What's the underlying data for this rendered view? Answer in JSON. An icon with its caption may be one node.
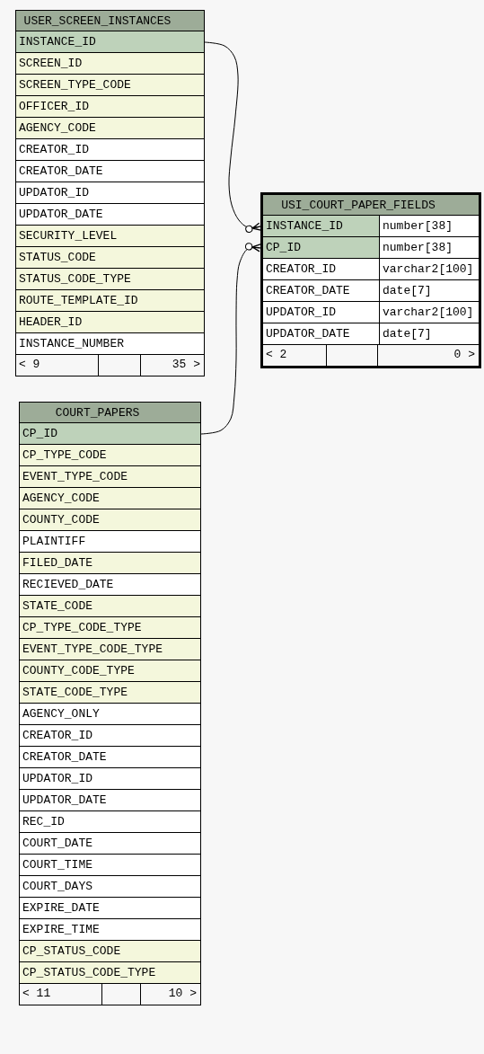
{
  "diagram": {
    "nodes": [
      {
        "text": [
          "USER_SCREEN_INSTANCES"
        ]
      },
      {
        "text": [
          "INSTANCE_ID"
        ],
        "in": 0
      },
      {
        "text": [
          "SCREEN_ID"
        ],
        "in": 0
      },
      {
        "text": [
          "SCREEN_TYPE_CODE"
        ],
        "in": 0
      },
      {
        "text": [
          "OFFICER_ID"
        ],
        "in": 0
      },
      {
        "text": [
          "AGENCY_CODE"
        ],
        "in": 0
      },
      {
        "text": [
          "CREATOR_ID"
        ],
        "in": 0
      },
      {
        "text": [
          "CREATOR_DATE"
        ],
        "in": 0
      },
      {
        "text": [
          "UPDATOR_ID"
        ],
        "in": 0
      },
      {
        "text": [
          "UPDATOR_DATE"
        ],
        "in": 0
      },
      {
        "text": [
          "SECURITY_LEVEL"
        ],
        "in": 0
      },
      {
        "text": [
          "STATUS_CODE"
        ],
        "in": 0
      },
      {
        "text": [
          "STATUS_CODE_TYPE"
        ],
        "in": 0
      },
      {
        "text": [
          "ROUTE_TEMPLATE_ID"
        ],
        "in": 0
      },
      {
        "text": [
          "HEADER_ID"
        ],
        "in": 0
      },
      {
        "text": [
          "INSTANCE_NUMBER"
        ],
        "in": 0
      },
      {
        "text": [
          "< 9",
          "35 >"
        ],
        "in": 0
      },
      {
        "text": [
          "USI_COURT_PAPER_FIELDS"
        ]
      },
      {
        "text": [
          "INSTANCE_ID",
          "number[38]"
        ],
        "in": 17
      },
      {
        "text": [
          "CP_ID",
          "number[38]"
        ],
        "in": 17
      },
      {
        "text": [
          "CREATOR_ID",
          "varchar2[100]"
        ],
        "in": 17
      },
      {
        "text": [
          "CREATOR_DATE",
          "date[7]"
        ],
        "in": 17
      },
      {
        "text": [
          "UPDATOR_ID",
          "varchar2[100]"
        ],
        "in": 17
      },
      {
        "text": [
          "UPDATOR_DATE",
          "date[7]"
        ],
        "in": 17
      },
      {
        "text": [
          "< 2",
          "0 >"
        ],
        "in": 17
      },
      {
        "text": [
          "COURT_PAPERS"
        ]
      },
      {
        "text": [
          "CP_ID"
        ],
        "in": 25
      },
      {
        "text": [
          "CP_TYPE_CODE"
        ],
        "in": 25
      },
      {
        "text": [
          "EVENT_TYPE_CODE"
        ],
        "in": 25
      },
      {
        "text": [
          "AGENCY_CODE"
        ],
        "in": 25
      },
      {
        "text": [
          "COUNTY_CODE"
        ],
        "in": 25
      },
      {
        "text": [
          "PLAINTIFF"
        ],
        "in": 25
      },
      {
        "text": [
          "FILED_DATE"
        ],
        "in": 25
      },
      {
        "text": [
          "RECIEVED_DATE"
        ],
        "in": 25
      },
      {
        "text": [
          "STATE_CODE"
        ],
        "in": 25
      },
      {
        "text": [
          "CP_TYPE_CODE_TYPE"
        ],
        "in": 25
      },
      {
        "text": [
          "EVENT_TYPE_CODE_TYPE"
        ],
        "in": 25
      },
      {
        "text": [
          "COUNTY_CODE_TYPE"
        ],
        "in": 25
      },
      {
        "text": [
          "STATE_CODE_TYPE"
        ],
        "in": 25
      },
      {
        "text": [
          "AGENCY_ONLY"
        ],
        "in": 25
      },
      {
        "text": [
          "CREATOR_ID"
        ],
        "in": 25
      },
      {
        "text": [
          "CREATOR_DATE"
        ],
        "in": 25
      },
      {
        "text": [
          "UPDATOR_ID"
        ],
        "in": 25
      },
      {
        "text": [
          "UPDATOR_DATE"
        ],
        "in": 25
      },
      {
        "text": [
          "REC_ID"
        ],
        "in": 25
      },
      {
        "text": [
          "COURT_DATE"
        ],
        "in": 25
      },
      {
        "text": [
          "COURT_TIME"
        ],
        "in": 25
      },
      {
        "text": [
          "COURT_DAYS"
        ],
        "in": 25
      },
      {
        "text": [
          "EXPIRE_DATE"
        ],
        "in": 25
      },
      {
        "text": [
          "EXPIRE_TIME"
        ],
        "in": 25
      },
      {
        "text": [
          "CP_STATUS_CODE"
        ],
        "in": 25
      },
      {
        "text": [
          "CP_STATUS_CODE_TYPE"
        ],
        "in": 25
      },
      {
        "text": [
          "< 11",
          "10 >"
        ],
        "in": 25
      }
    ],
    "edges": [
      {
        "from": 1,
        "to": 18,
        "arrow": "other"
      },
      {
        "from": 26,
        "to": 19,
        "arrow": "other"
      }
    ]
  }
}
